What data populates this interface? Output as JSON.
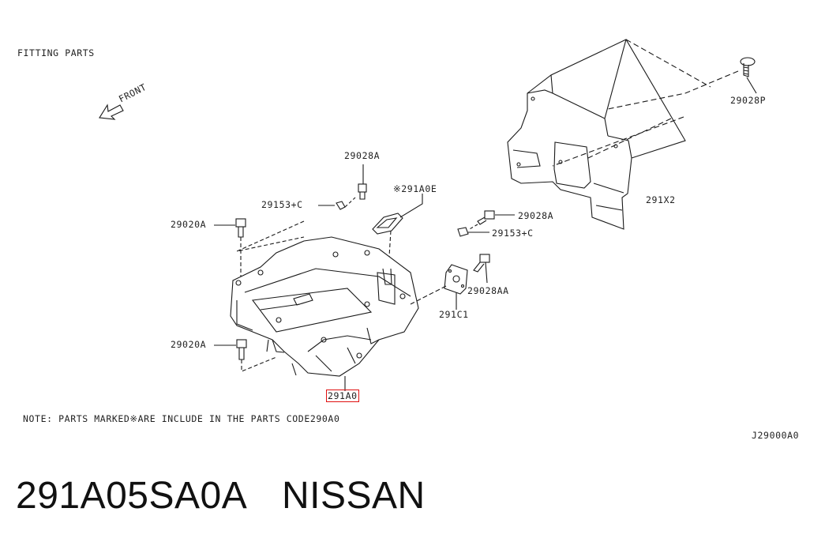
{
  "diagram": {
    "section_title": "FITTING PARTS",
    "front_label": "FRONT",
    "callouts": {
      "p29028A_top": "29028A",
      "p29153C_left": "29153+C",
      "p291A0E": "※291A0E",
      "p29020A_top": "29020A",
      "p29020A_bottom": "29020A",
      "p29028A_right": "29028A",
      "p29153C_right": "29153+C",
      "p29028AA": "29028AA",
      "p291C1": "291C1",
      "p291A0": "291A0",
      "p29028P": "29028P",
      "p291X2": "291X2"
    },
    "highlighted_part": "291A0",
    "note": "NOTE: PARTS MARKED※ARE INCLUDE IN THE PARTS CODE290A0",
    "diagram_code": "J29000A0"
  },
  "footer": {
    "part_number": "291A05SA0A",
    "brand": "NISSAN"
  },
  "colors": {
    "highlight": "#e01010",
    "line": "#1a1a1a"
  }
}
